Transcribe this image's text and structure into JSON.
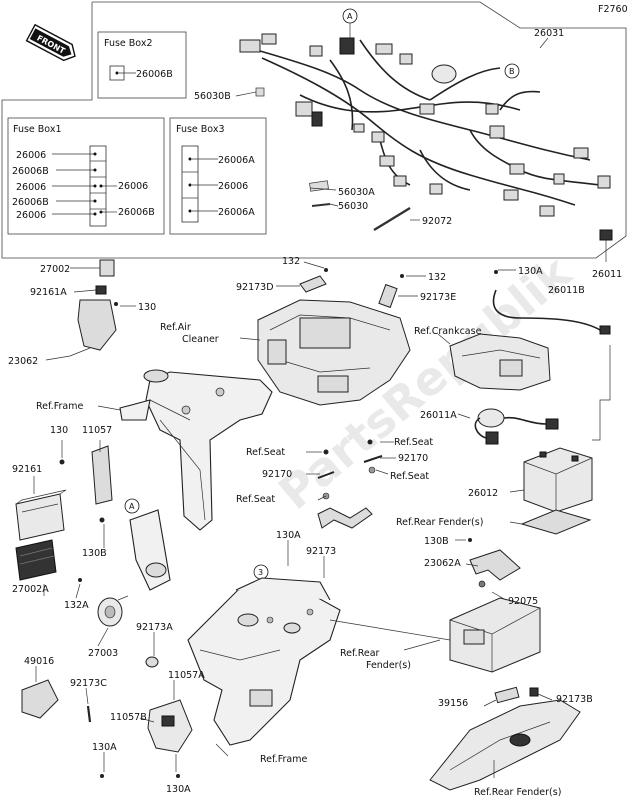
{
  "figure_code": "F2760",
  "front_badge": "FRONT",
  "watermark": "PartsRepublik",
  "fuse_boxes": {
    "box2": {
      "title": "Fuse Box2",
      "parts": [
        "26006B"
      ]
    },
    "box1": {
      "title": "Fuse Box1",
      "left": [
        "26006",
        "26006B",
        "26006",
        "26006B",
        "26006"
      ],
      "right": [
        "26006",
        "26006B"
      ]
    },
    "box3": {
      "title": "Fuse Box3",
      "parts": [
        "26006A",
        "26006",
        "26006A"
      ]
    }
  },
  "callouts": {
    "A": "A",
    "B": "B",
    "three": "3"
  },
  "labels": {
    "p26031": "26031",
    "p56030B": "56030B",
    "p56030A": "56030A",
    "p56030": "56030",
    "p92072": "92072",
    "p26011": "26011",
    "p27002": "27002",
    "p92161A": "92161A",
    "p130_a": "130",
    "p23062": "23062",
    "p132_a": "132",
    "p92173D": "92173D",
    "p132_b": "132",
    "p92173E": "92173E",
    "p130A_a": "130A",
    "p26011B": "26011B",
    "ref_air_1": "Ref.Air",
    "ref_air_2": "Cleaner",
    "ref_crankcase": "Ref.Crankcase",
    "ref_frame_a": "Ref.Frame",
    "p130_b": "130",
    "p11057": "11057",
    "p26011A": "26011A",
    "ref_seat_a": "Ref.Seat",
    "ref_seat_b": "Ref.Seat",
    "p92170_a": "92170",
    "p92170_b": "92170",
    "ref_seat_c": "Ref.Seat",
    "ref_seat_d": "Ref.Seat",
    "p92161": "92161",
    "p26012": "26012",
    "ref_rear_fender_a": "Ref.Rear Fender(s)",
    "p130B_a": "130B",
    "p130A_b": "130A",
    "p92173": "92173",
    "p130B_b": "130B",
    "p23062A": "23062A",
    "p27002A": "27002A",
    "p92075": "92075",
    "p132A": "132A",
    "p92173A": "92173A",
    "p27003": "27003",
    "ref_rear_fender_b1": "Ref.Rear",
    "ref_rear_fender_b2": "Fender(s)",
    "p11057A": "11057A",
    "p49016": "49016",
    "p92173C": "92173C",
    "p11057B": "11057B",
    "p39156": "39156",
    "p92173B": "92173B",
    "p130A_c": "130A",
    "p130A_d": "130A",
    "ref_frame_b": "Ref.Frame",
    "ref_rear_fender_c": "Ref.Rear Fender(s)"
  }
}
